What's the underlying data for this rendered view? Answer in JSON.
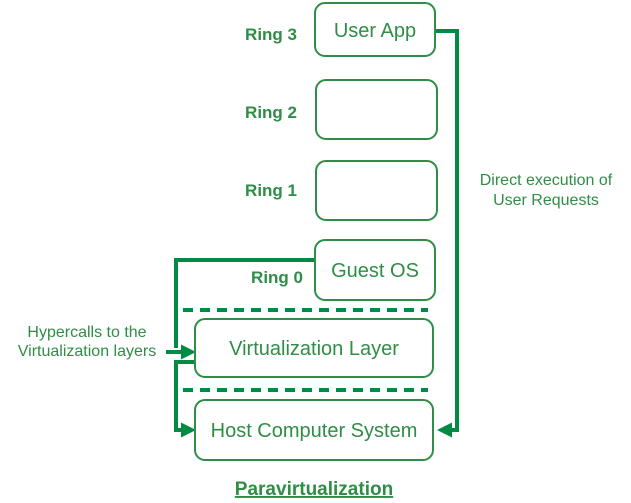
{
  "colors": {
    "green": "#2f8d46",
    "line_green": "#008b45",
    "bg": "#ffffff"
  },
  "rings": [
    {
      "label": "Ring 3",
      "box_text": "User App"
    },
    {
      "label": "Ring 2",
      "box_text": ""
    },
    {
      "label": "Ring 1",
      "box_text": ""
    },
    {
      "label": "Ring 0",
      "box_text": "Guest OS"
    }
  ],
  "layers": [
    {
      "label": "Virtualization Layer"
    },
    {
      "label": "Host Computer System"
    }
  ],
  "annotations": {
    "hypercalls_line1": "Hypercalls to the",
    "hypercalls_line2": "Virtualization layers",
    "direct_exec_line1": "Direct execution of",
    "direct_exec_line2": "User Requests"
  },
  "title": "Paravirtualization"
}
